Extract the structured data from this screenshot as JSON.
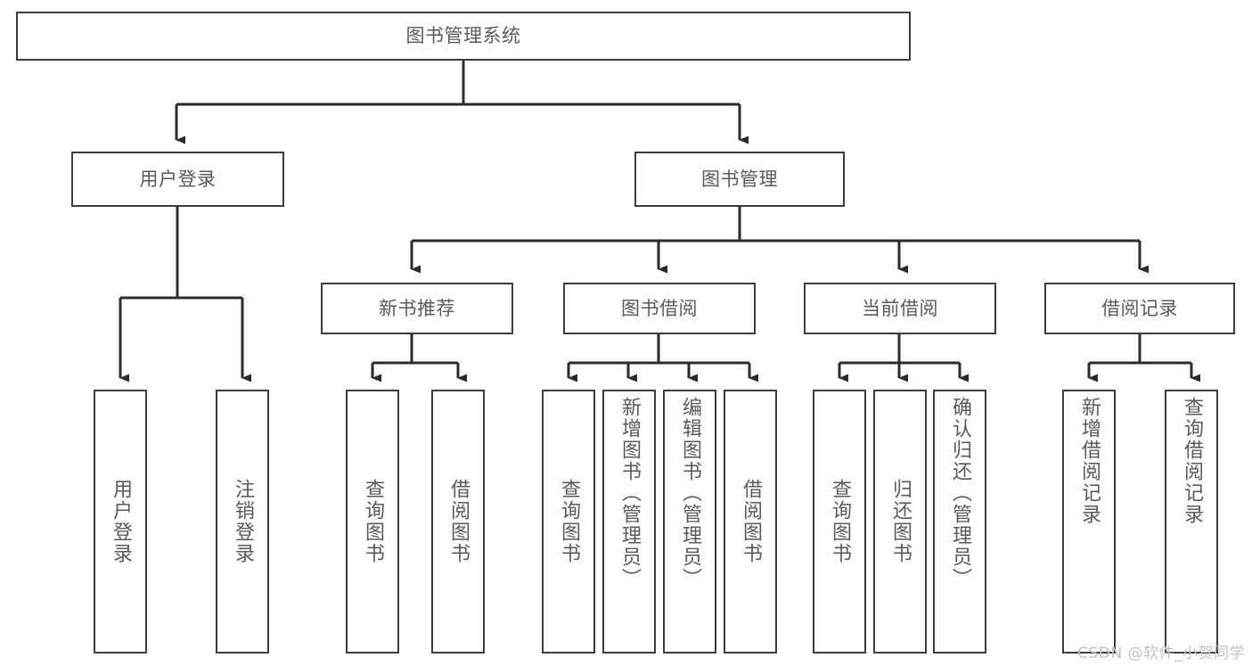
{
  "diagram": {
    "title": "图书管理系统",
    "type": "tree",
    "colors": {
      "box_border": "#3d3d3d",
      "box_fill": "#ffffff",
      "text": "#5a5a5a",
      "wire": "#2b2b2b",
      "watermark": "#c2c2c2"
    },
    "root": {
      "label": "图书管理系统"
    },
    "level2": [
      {
        "label": "用户登录"
      },
      {
        "label": "图书管理"
      }
    ],
    "level3": [
      {
        "label": "新书推荐"
      },
      {
        "label": "图书借阅"
      },
      {
        "label": "当前借阅"
      },
      {
        "label": "借阅记录"
      }
    ],
    "leaves": {
      "user_login": [
        {
          "label": "用户登录"
        },
        {
          "label": "注销登录"
        }
      ],
      "new_book_recommend": [
        {
          "label": "查询图书"
        },
        {
          "label": "借阅图书"
        }
      ],
      "book_borrow": [
        {
          "label": "查询图书"
        },
        {
          "label": "新增图书（管理员）"
        },
        {
          "label": "编辑图书（管理员）"
        },
        {
          "label": "借阅图书"
        }
      ],
      "current_borrow": [
        {
          "label": "查询图书"
        },
        {
          "label": "归还图书"
        },
        {
          "label": "确认归还（管理员）"
        }
      ],
      "borrow_records": [
        {
          "label": "新增借阅记录"
        },
        {
          "label": "查询借阅记录"
        }
      ]
    }
  },
  "watermark": {
    "text": "CSDN @软件_小贺同学"
  }
}
